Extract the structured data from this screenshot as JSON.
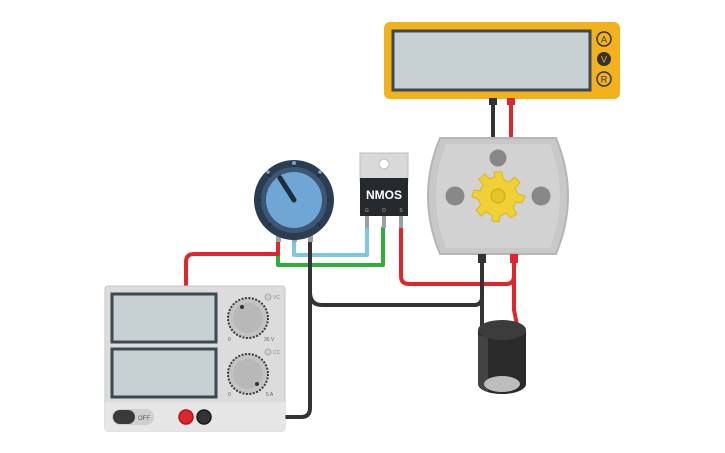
{
  "multimeter": {
    "display_value": "",
    "modes": [
      "A",
      "V",
      "R"
    ],
    "body_color": "#f2b21b",
    "screen_color": "#c7d0d3"
  },
  "nmos": {
    "label": "NMOS",
    "pin_labels": [
      "G",
      "D",
      "S"
    ]
  },
  "power_supply": {
    "voltage_display": "",
    "current_display": "",
    "voltage_mode": "VC",
    "current_mode": "CC",
    "voltage_knob_min": "0",
    "voltage_knob_max": "30 V",
    "current_knob_min": "0",
    "current_knob_max": "5 A",
    "power_switch": "OFF",
    "panel_color": "#dcdcdc"
  },
  "wires": {
    "red": "#e0262a",
    "black": "#333333",
    "green": "#2fae3c",
    "blue": "#7ec7e0"
  },
  "motor": {
    "body_color": "#c8c8c8",
    "gear_color": "#f0d035"
  },
  "potentiometer": {
    "dial_color": "#6fa6d6",
    "ring_color": "#2b3d52"
  },
  "capacitor": {
    "body_color": "#2a2a2a"
  }
}
